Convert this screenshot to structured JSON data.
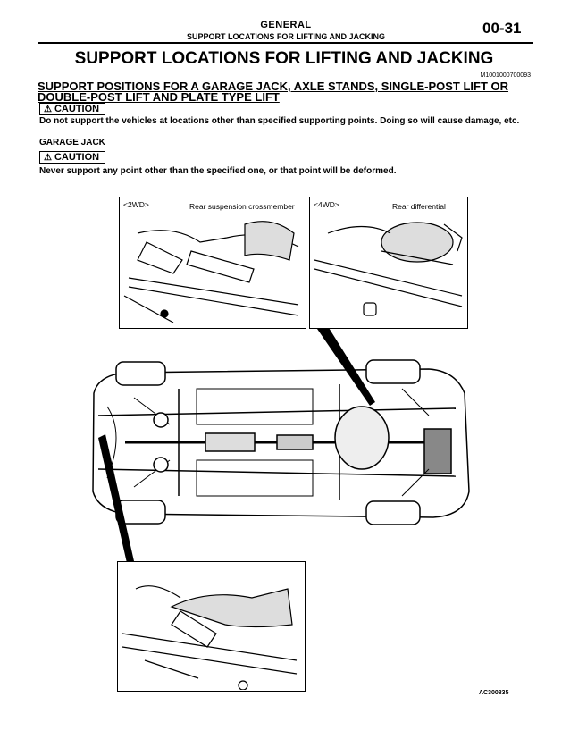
{
  "header": {
    "category": "GENERAL",
    "subtitle": "SUPPORT LOCATIONS FOR LIFTING AND JACKING",
    "page": "00-31"
  },
  "title": "SUPPORT LOCATIONS FOR LIFTING AND JACKING",
  "doc_id": "M1001000700093",
  "section_heading": "SUPPORT POSITIONS FOR A GARAGE JACK, AXLE STANDS, SINGLE-POST LIFT OR DOUBLE-POST LIFT AND PLATE TYPE LIFT",
  "caution1": {
    "label": "CAUTION",
    "text": "Do not support the vehicles at locations other than specified supporting points. Doing so will cause damage, etc."
  },
  "garage_jack": "GARAGE JACK",
  "caution2": {
    "label": "CAUTION",
    "text": "Never support any point other than the specified one, or that point will be deformed."
  },
  "figure": {
    "label_2wd": "<2WD>",
    "label_rear_crossmember": "Rear suspension crossmember",
    "label_4wd": "<4WD>",
    "label_rear_diff": "Rear differential",
    "fig_id": "AC300835"
  },
  "icons": {
    "caution": "warning-triangle-icon"
  }
}
